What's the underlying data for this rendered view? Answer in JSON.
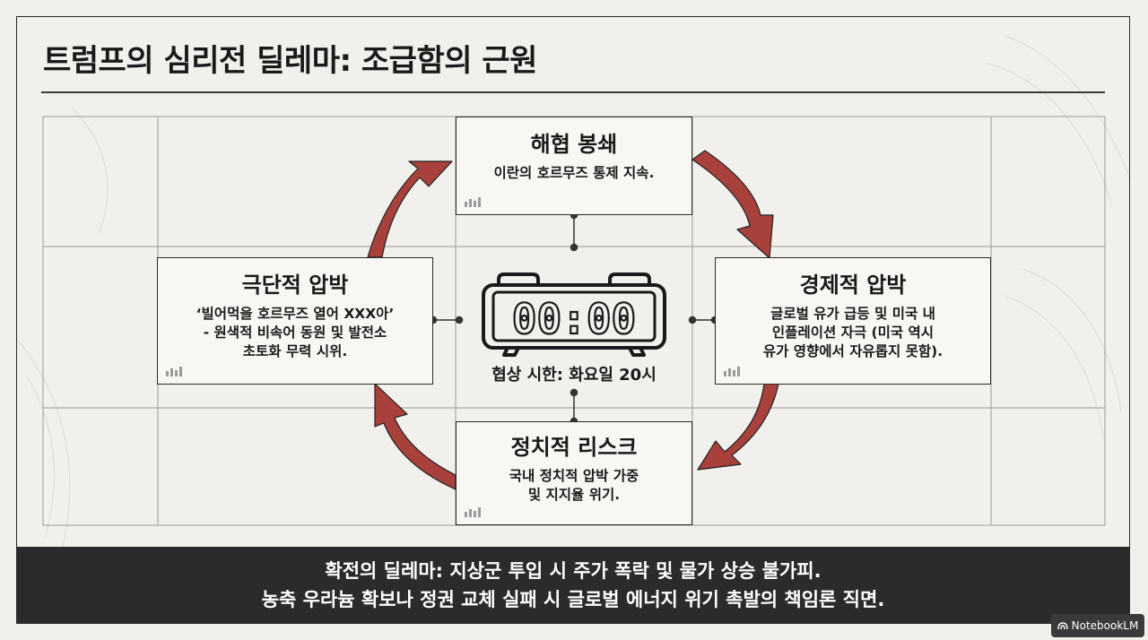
{
  "title": "트럼프의 심리전 딜레마: 조급함의 근원",
  "center": {
    "clock_display": "00:00",
    "label": "협상 시한: 화요일 20시"
  },
  "nodes": {
    "top": {
      "heading": "해협 봉쇄",
      "lines": [
        "이란의 호르무즈 통제 지속."
      ]
    },
    "right": {
      "heading": "경제적 압박",
      "lines": [
        "글로벌 유가 급등 및 미국 내",
        "인플레이션 자극 (미국 역시",
        "유가 영향에서 자유롭지 못함)."
      ]
    },
    "bottom": {
      "heading": "정치적 리스크",
      "lines": [
        "국내 정치적 압박 가중",
        "및 지지율 위기."
      ]
    },
    "left": {
      "heading": "극단적 압박",
      "lines": [
        "‘빌어먹을 호르무즈 열어 XXX아’",
        "- 원색적 비속어 동원 및 발전소",
        "초토화 무력 시위."
      ]
    }
  },
  "banner": {
    "line1": "확전의 딜레마: 지상군 투입 시 주가 폭락 및 물가 상승 불가피.",
    "line2": "농축 우라늄 확보나 정권 교체 실패 시 글로벌 에너지 위기 촉발의 책임론 직면."
  },
  "watermark": "NotebookLM",
  "colors": {
    "arrow": "#a8413c",
    "banner": "#2b2b2b",
    "background": "#f1f0ec"
  }
}
